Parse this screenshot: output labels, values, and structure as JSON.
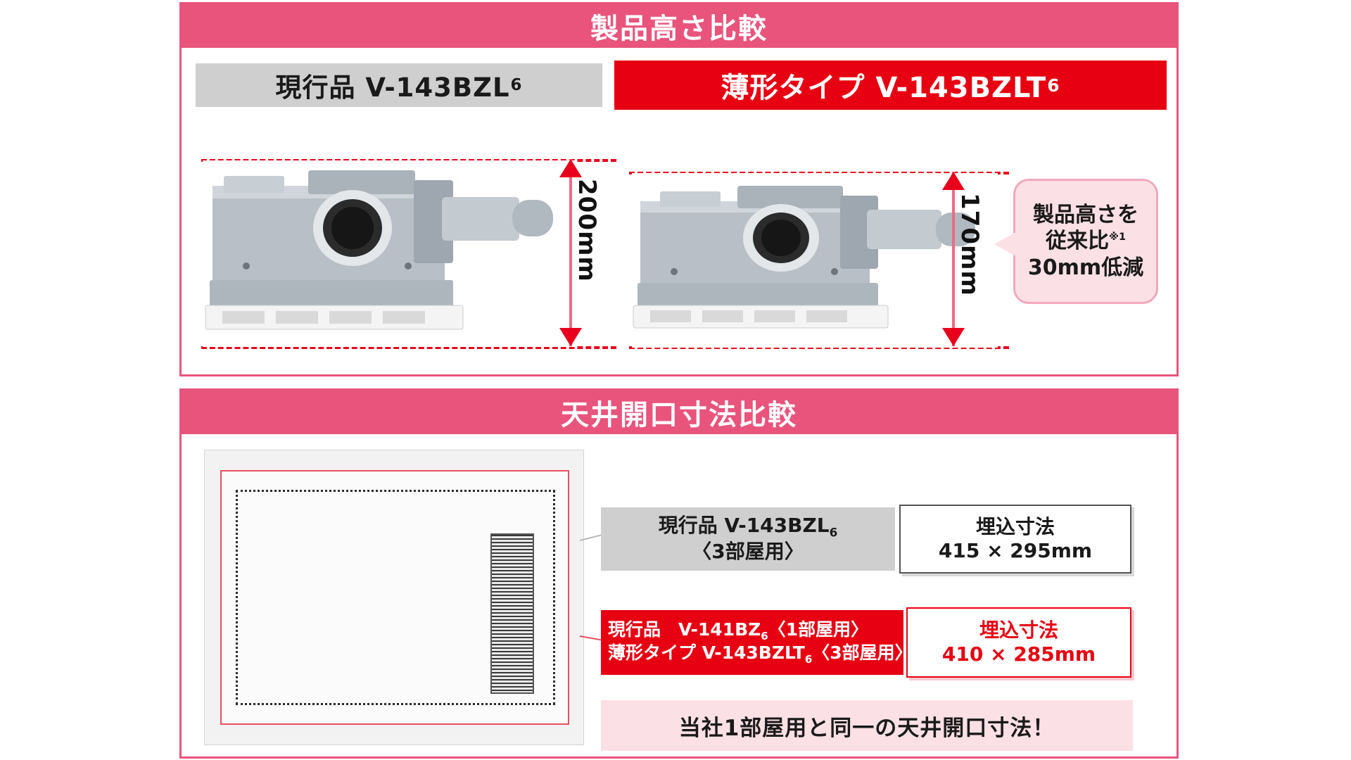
{
  "sections": {
    "height": {
      "title": "製品高さ比較",
      "current_model": "現行品 V-143BZL",
      "current_model_sub": "6",
      "new_model": "薄形タイプ V-143BZLT",
      "new_model_sub": "6",
      "current_height": "200mm",
      "new_height": "170mm",
      "callout_line1": "製品高さを",
      "callout_line2": "従来比",
      "callout_note": "※1",
      "callout_line3": "30mm低減"
    },
    "ceiling": {
      "title": "天井開口寸法比較",
      "current": {
        "model_line1": "現行品 V-143BZL",
        "model_line1_sub": "6",
        "model_line2": "〈3部屋用〉",
        "dim_label": "埋込寸法",
        "dim_value": "415 × 295mm"
      },
      "new": {
        "model_line1": "現行品　V-141BZ",
        "model_line1_sub": "6",
        "model_line1_tail": "〈1部屋用〉",
        "model_line2": "薄形タイプ V-143BZLT",
        "model_line2_sub": "6",
        "model_line2_tail": "〈3部屋用〉",
        "dim_label": "埋込寸法",
        "dim_value": "410 × 285mm"
      },
      "banner": "当社1部屋用と同一の天井開口寸法！"
    }
  },
  "colors": {
    "accent_pink": "#e8547c",
    "accent_red": "#e60012",
    "gray_chip": "#cfcfcf",
    "pale_pink": "#fbe0e6"
  }
}
